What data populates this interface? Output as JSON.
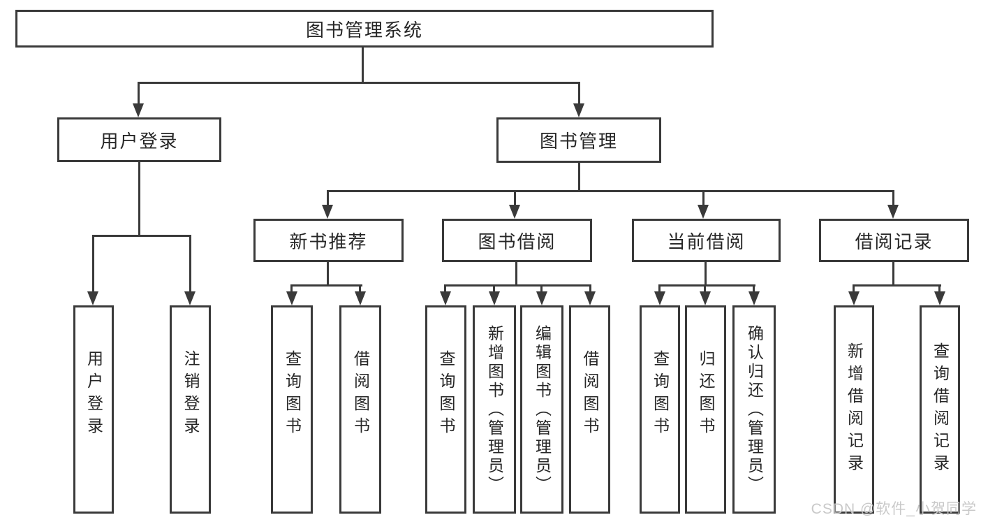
{
  "diagram": {
    "root": {
      "label": "图书管理系统"
    },
    "user_login": {
      "label": "用户登录",
      "children": [
        {
          "label": "用户登录"
        },
        {
          "label": "注销登录"
        }
      ]
    },
    "book_mgmt": {
      "label": "图书管理",
      "sections": [
        {
          "label": "新书推荐",
          "children": [
            {
              "label": "查询图书"
            },
            {
              "label": "借阅图书"
            }
          ]
        },
        {
          "label": "图书借阅",
          "children": [
            {
              "label": "查询图书"
            },
            {
              "label": "新增图书（管理员）"
            },
            {
              "label": "编辑图书（管理员）"
            },
            {
              "label": "借阅图书"
            }
          ]
        },
        {
          "label": "当前借阅",
          "children": [
            {
              "label": "查询图书"
            },
            {
              "label": "归还图书"
            },
            {
              "label": "确认归还（管理员）"
            }
          ]
        },
        {
          "label": "借阅记录",
          "children": [
            {
              "label": "新增借阅记录"
            },
            {
              "label": "查询借阅记录"
            }
          ]
        }
      ]
    }
  },
  "watermark": {
    "label": "CSDN @软件_小贺同学"
  },
  "colors": {
    "line": "#3a3a3a",
    "text": "#262626",
    "watermark": "#c6c6c6",
    "background": "#ffffff"
  }
}
